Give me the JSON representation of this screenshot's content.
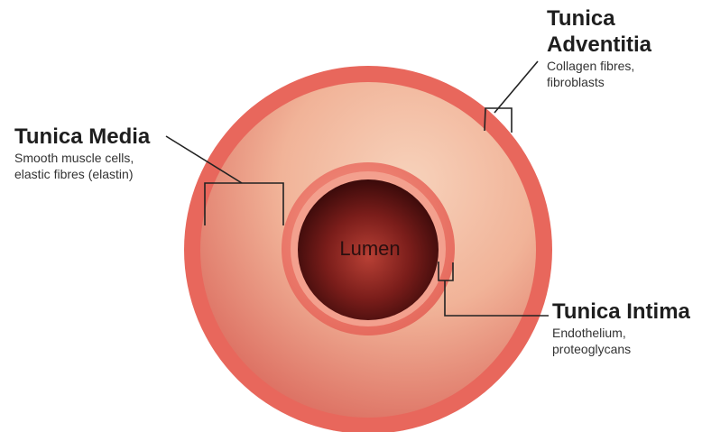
{
  "layers": {
    "adventitia": {
      "title_line1": "Tunica",
      "title_line2": "Adventitia",
      "desc_line1": "Collagen fibres,",
      "desc_line2": "fibroblasts"
    },
    "media": {
      "title": "Tunica Media",
      "desc_line1": "Smooth muscle cells,",
      "desc_line2": "elastic fibres (elastin)"
    },
    "intima": {
      "title": "Tunica Intima",
      "desc_line1": "Endothelium,",
      "desc_line2": "proteoglycans"
    },
    "lumen": {
      "label": "Lumen"
    }
  },
  "colors": {
    "outer_ring": "#e8675c",
    "media_light": "#f5c7ad",
    "media_dark": "#d9584f",
    "intima_ring": "#ef7c6e",
    "lumen_center": "#b03a30",
    "lumen_edge": "#3a0a0a",
    "leader_line": "#222222"
  }
}
